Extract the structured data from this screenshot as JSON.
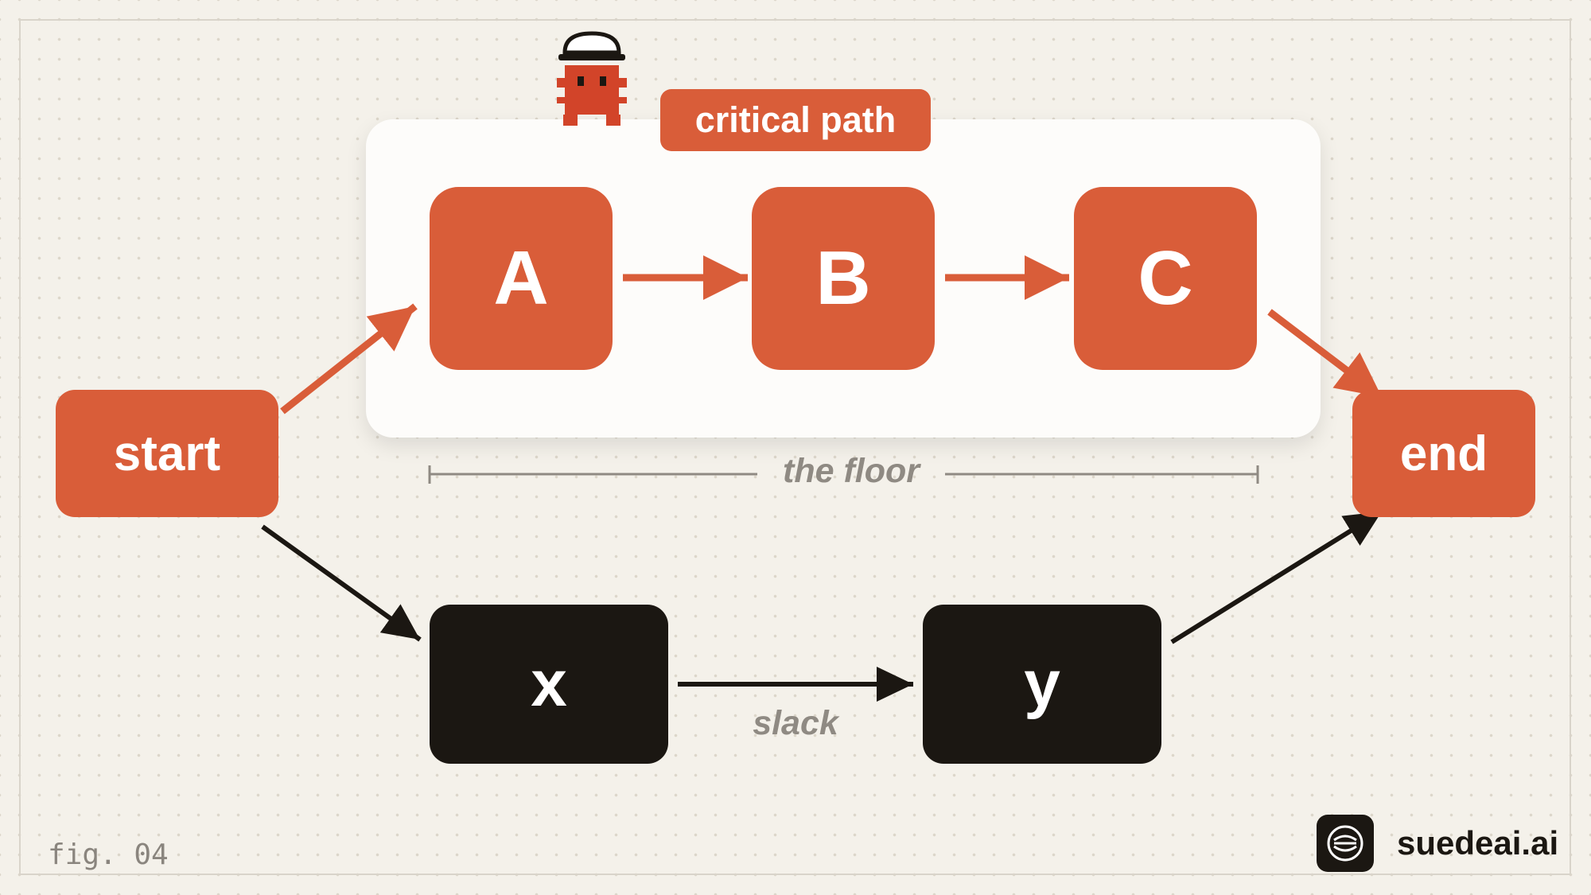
{
  "diagram": {
    "critical_label": "critical path",
    "floor_label": "the floor",
    "slack_label": "slack",
    "fig_label": "fig. 04",
    "brand_name": "suedeai.ai",
    "nodes": {
      "start": "start",
      "a": "A",
      "b": "B",
      "c": "C",
      "end": "end",
      "x": "x",
      "y": "y"
    },
    "icons": {
      "mascot": "robot-hardhat-icon",
      "brand": "suedeai-logo-icon"
    }
  },
  "colors": {
    "accent": "#d95d39",
    "dark": "#1b1712",
    "background": "#f4f1ea",
    "panel": "#fdfcfa",
    "muted_text": "#8f8a83"
  }
}
